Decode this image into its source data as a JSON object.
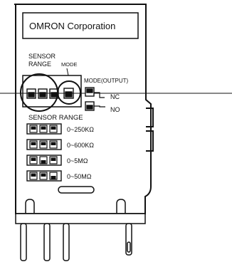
{
  "header": {
    "brand": "OMRON Corporation"
  },
  "labels": {
    "sensor_range_top": "SENSOR RANGE",
    "sensor_range_line1": "SENSOR",
    "sensor_range_line2": "RANGE",
    "mode": "MODE",
    "mode_output": "MODE(OUTPUT)",
    "nc": "NC",
    "no": "NO",
    "sensor_range_table": "SENSOR RANGE"
  },
  "ranges": [
    {
      "label": "0~250KΩ",
      "pattern": [
        1,
        1,
        1
      ]
    },
    {
      "label": "0~600KΩ",
      "pattern": [
        1,
        1,
        1
      ]
    },
    {
      "label": "0~5MΩ",
      "pattern": [
        1,
        0,
        1
      ]
    },
    {
      "label": "0~50MΩ",
      "pattern": [
        1,
        1,
        0
      ]
    }
  ],
  "colors": {
    "ink": "#111111",
    "paper": "#ffffff"
  }
}
